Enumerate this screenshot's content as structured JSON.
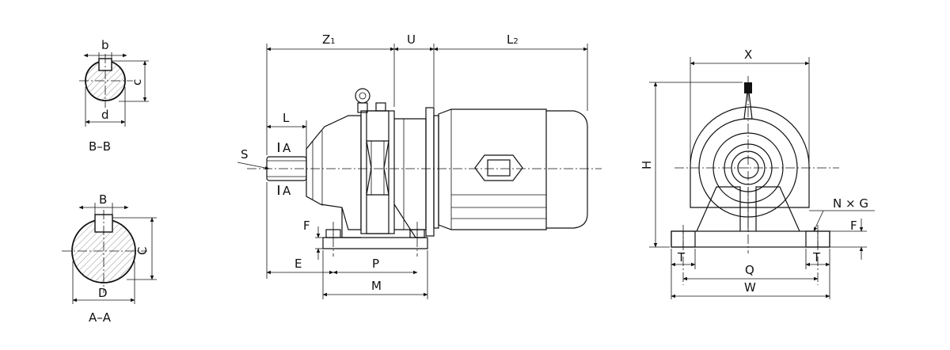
{
  "section_bb": {
    "title": "B–B",
    "dims": {
      "key_width": "b",
      "key_height": "c",
      "diameter": "d"
    }
  },
  "section_aa": {
    "title": "A–A",
    "dims": {
      "key_width": "B",
      "key_height": "C",
      "diameter": "D"
    }
  },
  "front_view": {
    "dims": {
      "overall_z": "Z",
      "overall_z_sub": "1",
      "motor_length": "L",
      "motor_length_sub": "2",
      "u": "U",
      "shaft_length": "L",
      "shaft_diameter": "S",
      "section_mark_top": "A",
      "section_mark_bottom": "A",
      "foot_thickness": "F",
      "edge_e": "E",
      "hole_pitch": "P",
      "foot_length": "M"
    }
  },
  "side_view": {
    "dims": {
      "width_x": "X",
      "height_h": "H",
      "holes": "N × G",
      "foot_thickness": "F",
      "foot_t_left": "T",
      "foot_t_right": "T",
      "hole_span": "Q",
      "base_width": "W"
    }
  }
}
